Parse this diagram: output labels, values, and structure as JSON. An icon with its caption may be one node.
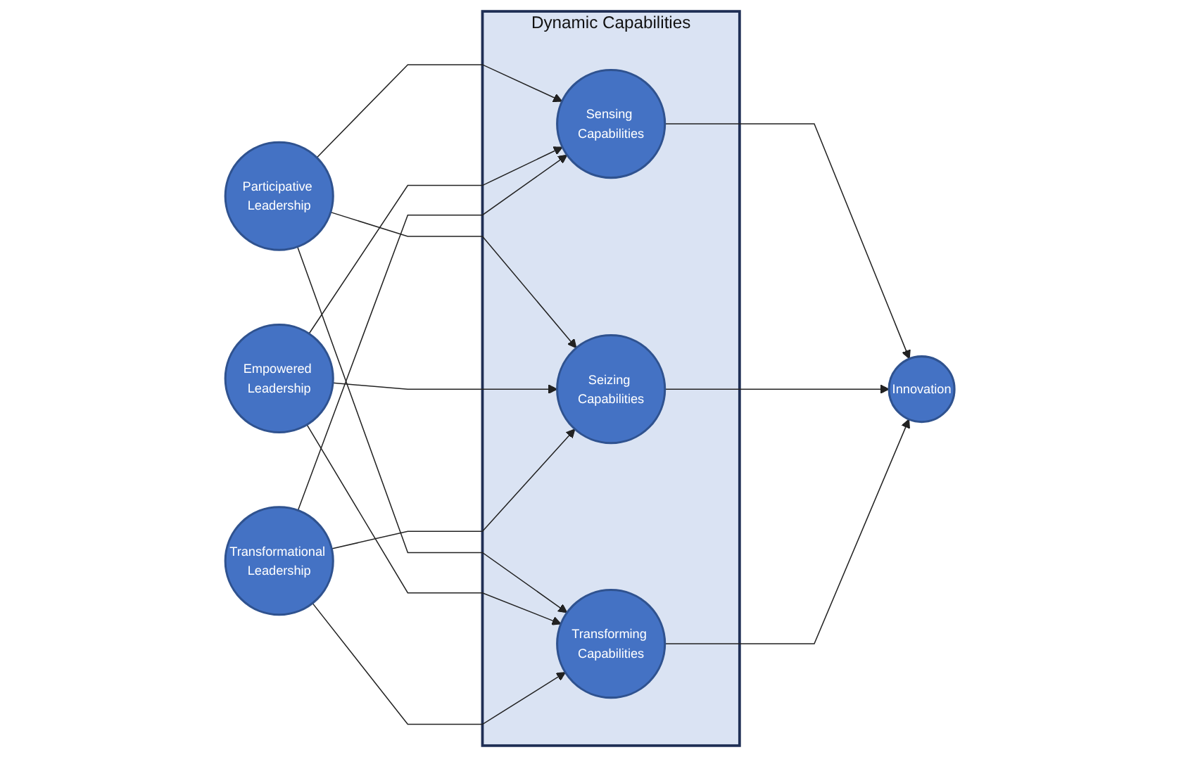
{
  "diagram": {
    "nodes": [
      {
        "text": [
          "Participative Leadership"
        ]
      },
      {
        "text": [
          "Empowered Leadership"
        ]
      },
      {
        "text": [
          "Transformational Leadership"
        ]
      },
      {
        "text": [
          "Dynamic Capabilities"
        ]
      },
      {
        "text": [
          "Sensing Capabilities"
        ],
        "in": 3
      },
      {
        "text": [
          "Seizing Capabilities"
        ],
        "in": 3
      },
      {
        "text": [
          "Transforming Capabilities"
        ],
        "in": 3
      },
      {
        "text": [
          "Innovation"
        ]
      }
    ],
    "edges": [
      {
        "from": 0,
        "to": 4,
        "arrow": "to"
      },
      {
        "from": 0,
        "to": 5,
        "arrow": "to"
      },
      {
        "from": 0,
        "to": 6,
        "arrow": "to"
      },
      {
        "from": 1,
        "to": 4,
        "arrow": "to"
      },
      {
        "from": 1,
        "to": 5,
        "arrow": "to"
      },
      {
        "from": 1,
        "to": 6,
        "arrow": "to"
      },
      {
        "from": 2,
        "to": 4,
        "arrow": "to"
      },
      {
        "from": 2,
        "to": 5,
        "arrow": "to"
      },
      {
        "from": 2,
        "to": 6,
        "arrow": "to"
      },
      {
        "from": 4,
        "to": 7,
        "arrow": "to"
      },
      {
        "from": 5,
        "to": 7,
        "arrow": "to"
      },
      {
        "from": 6,
        "to": 7,
        "arrow": "to"
      }
    ]
  }
}
